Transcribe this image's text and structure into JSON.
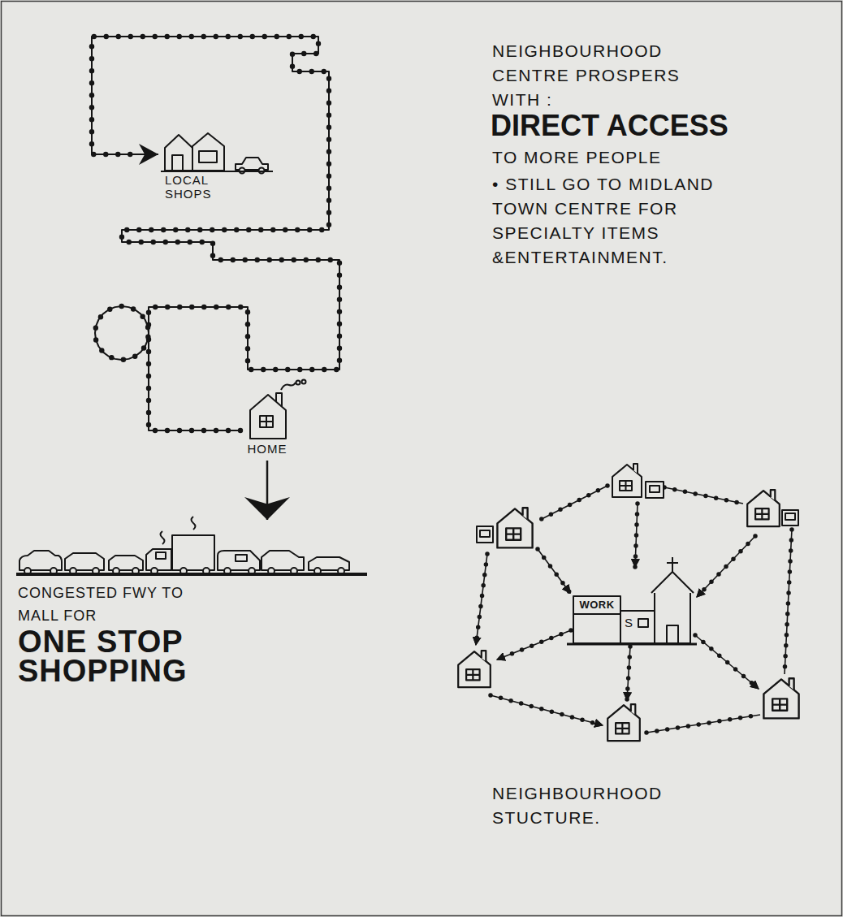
{
  "diagram": {
    "nodes": [
      {
        "text": [
          "LOCAL SHOPS"
        ]
      },
      {
        "text": [
          "HOME"
        ]
      },
      {
        "text": [
          "CONGESTED FWY TO MALL FOR",
          "ONE STOP SHOPPING"
        ]
      }
    ],
    "edges": [
      {
        "from": 1,
        "to": 0,
        "arrow": "to"
      },
      {
        "from": 1,
        "to": 2,
        "arrow": "to"
      }
    ],
    "labels": [
      "NEIGHBOURHOOD CENTRE PROSPERS WITH :",
      "DIRECT ACCESS",
      "TO MORE PEOPLE",
      "• STILL GO TO MIDLAND TOWN CENTRE FOR SPECIALTY ITEMS &ENTERTAINMENT.",
      "WORK",
      "S",
      "NEIGHBOURHOOD STUCTURE."
    ]
  }
}
